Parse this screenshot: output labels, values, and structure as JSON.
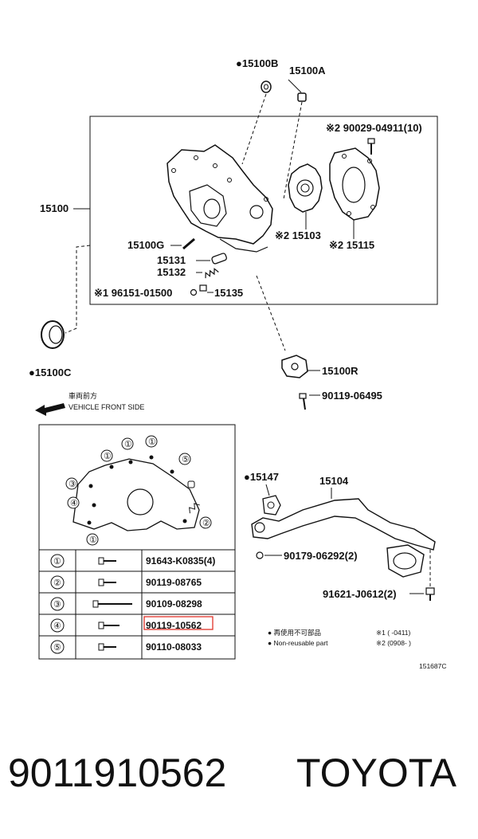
{
  "diagram": {
    "labels": {
      "p15100B": "●15100B",
      "p15100A": "15100A",
      "p90029": "※2 90029-04911(10)",
      "p15100": "15100",
      "p15103": "※2 15103",
      "p15115": "※2 15115",
      "p15100G": "15100G",
      "p15131": "15131",
      "p15132": "15132",
      "p96151": "※1 96151-01500",
      "p15135": "15135",
      "p15100C": "●15100C",
      "p15100R": "15100R",
      "p90119_06495": "90119-06495",
      "p15147": "●15147",
      "p15104": "15104",
      "p90179": "90179-06292(2)",
      "p91621": "91621-J0612(2)"
    },
    "front_side": {
      "jp": "車両前方",
      "en": "VEHICLE FRONT SIDE"
    },
    "bolt_table": {
      "rows": [
        {
          "num": "①",
          "part": "91643-K0835(4)"
        },
        {
          "num": "②",
          "part": "90119-08765"
        },
        {
          "num": "③",
          "part": "90109-08298"
        },
        {
          "num": "④",
          "part": "90119-10562"
        },
        {
          "num": "⑤",
          "part": "90110-08033"
        }
      ],
      "highlight_index": 3
    },
    "callouts": [
      "①",
      "①",
      "①",
      "①",
      "②",
      "③",
      "④",
      "⑤"
    ],
    "legend": {
      "nonreusable_jp": "● 再使用不可部品",
      "nonreusable_en": "● Non-reusable part",
      "note1": "※1 (      -0411)",
      "note2": "※2 (0908-       )"
    },
    "figure_code": "151687C"
  },
  "footer": {
    "part_number": "9011910562",
    "brand": "TOYOTA"
  },
  "colors": {
    "ink": "#111111",
    "highlight": "#e0332a",
    "background": "#ffffff"
  }
}
